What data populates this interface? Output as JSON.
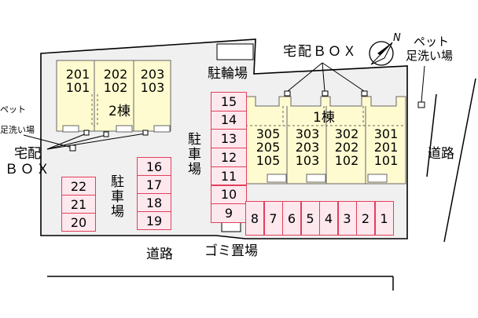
{
  "building2": {
    "label": "2棟",
    "units": [
      {
        "top": "201",
        "bottom": "101"
      },
      {
        "top": "202",
        "bottom": "102"
      },
      {
        "top": "203",
        "bottom": "103"
      }
    ]
  },
  "building1": {
    "label": "1棟",
    "units": [
      {
        "rows": [
          "305",
          "205",
          "105"
        ]
      },
      {
        "rows": [
          "303",
          "203",
          "103"
        ]
      },
      {
        "rows": [
          "302",
          "202",
          "102"
        ]
      },
      {
        "rows": [
          "301",
          "201",
          "101"
        ]
      }
    ]
  },
  "parking": {
    "left_group": [
      "22",
      "21",
      "20"
    ],
    "middle_group": [
      "16",
      "17",
      "18",
      "19"
    ],
    "center_column": [
      "15",
      "14",
      "13",
      "12",
      "11",
      "10",
      "9"
    ],
    "bottom_row": [
      "8",
      "7",
      "6",
      "5",
      "4",
      "3",
      "2",
      "1"
    ]
  },
  "labels": {
    "bicycle_parking": "駐輪場",
    "parking_vertical": "駐車場",
    "delivery_box_top": "宅配ＢＯＸ",
    "delivery_box_left_1": "宅配",
    "delivery_box_left_2": "ＢＯＸ",
    "pet_left_1": "ペット",
    "pet_left_2": "足洗い場",
    "pet_right_1": "ペット",
    "pet_right_2": "足洗い場",
    "road_right": "道路",
    "road_bottom": "道路",
    "garbage": "ゴミ置場",
    "compass": "N"
  },
  "colors": {
    "building_fill": "#fffbd0",
    "parking_border": "#e0405a",
    "parking_fill": "#fde8ee",
    "lot_fill": "#f0f0f0"
  }
}
